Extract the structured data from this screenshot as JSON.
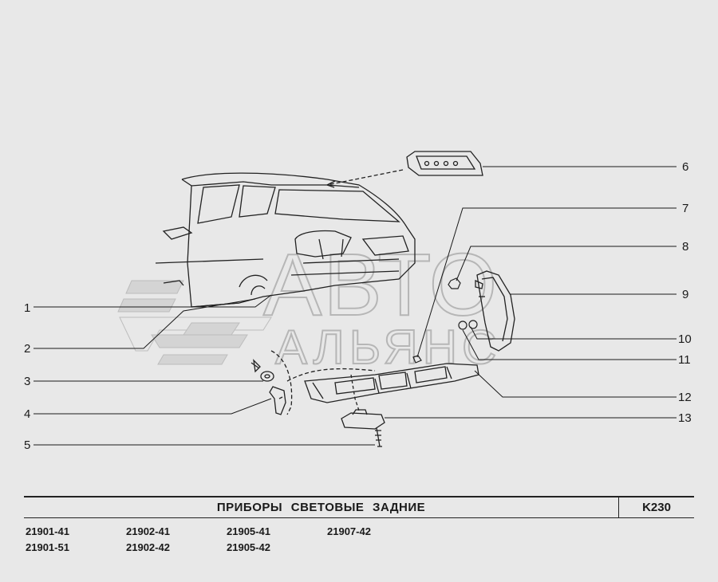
{
  "diagram": {
    "watermark": {
      "line1": "АВТО",
      "line2": "АЛЬЯНС"
    },
    "callouts": [
      "1",
      "2",
      "3",
      "4",
      "5",
      "6",
      "7",
      "8",
      "9",
      "10",
      "11",
      "12",
      "13"
    ]
  },
  "title_block": {
    "title": "ПРИБОРЫ   СВЕТОВЫЕ   ЗАДНИЕ",
    "code": "K230"
  },
  "models": [
    [
      "21901-41",
      "21902-41",
      "21905-41",
      "21907-42"
    ],
    [
      "21901-51",
      "21902-42",
      "21905-42",
      ""
    ]
  ],
  "colors": {
    "background": "#e8e8e8",
    "line": "#1a1a1a",
    "watermark": "#bdbdbd"
  }
}
